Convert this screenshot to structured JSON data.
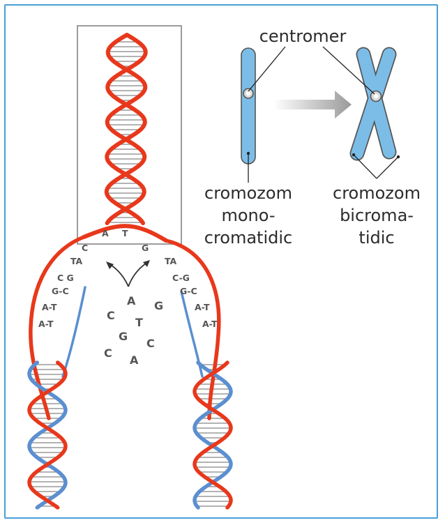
{
  "labels": {
    "centromer": "centromer",
    "mono_l1": "cromozom",
    "mono_l2": "mono-",
    "mono_l3": "cromatidic",
    "bi_l1": "cromozom",
    "bi_l2": "bicroma-",
    "bi_l3": "tidic"
  },
  "top_pair": {
    "left": "A",
    "right": "T"
  },
  "left_fork_bases": [
    "C",
    "TA",
    "C G",
    "G-C",
    "A-T",
    "A-T"
  ],
  "right_fork_bases": [
    "G",
    "TA",
    "C-G",
    "G-C",
    "A-T",
    "A-T"
  ],
  "free_nucleotides": [
    "A",
    "C",
    "G",
    "T",
    "G",
    "C",
    "C",
    "A"
  ],
  "colors": {
    "frame": "#4a9fd5",
    "parent_strand": "#e8381c",
    "new_strand": "#5b8fd0",
    "chromosome": "#7cbde8",
    "arrow": "#a8a8a8"
  }
}
